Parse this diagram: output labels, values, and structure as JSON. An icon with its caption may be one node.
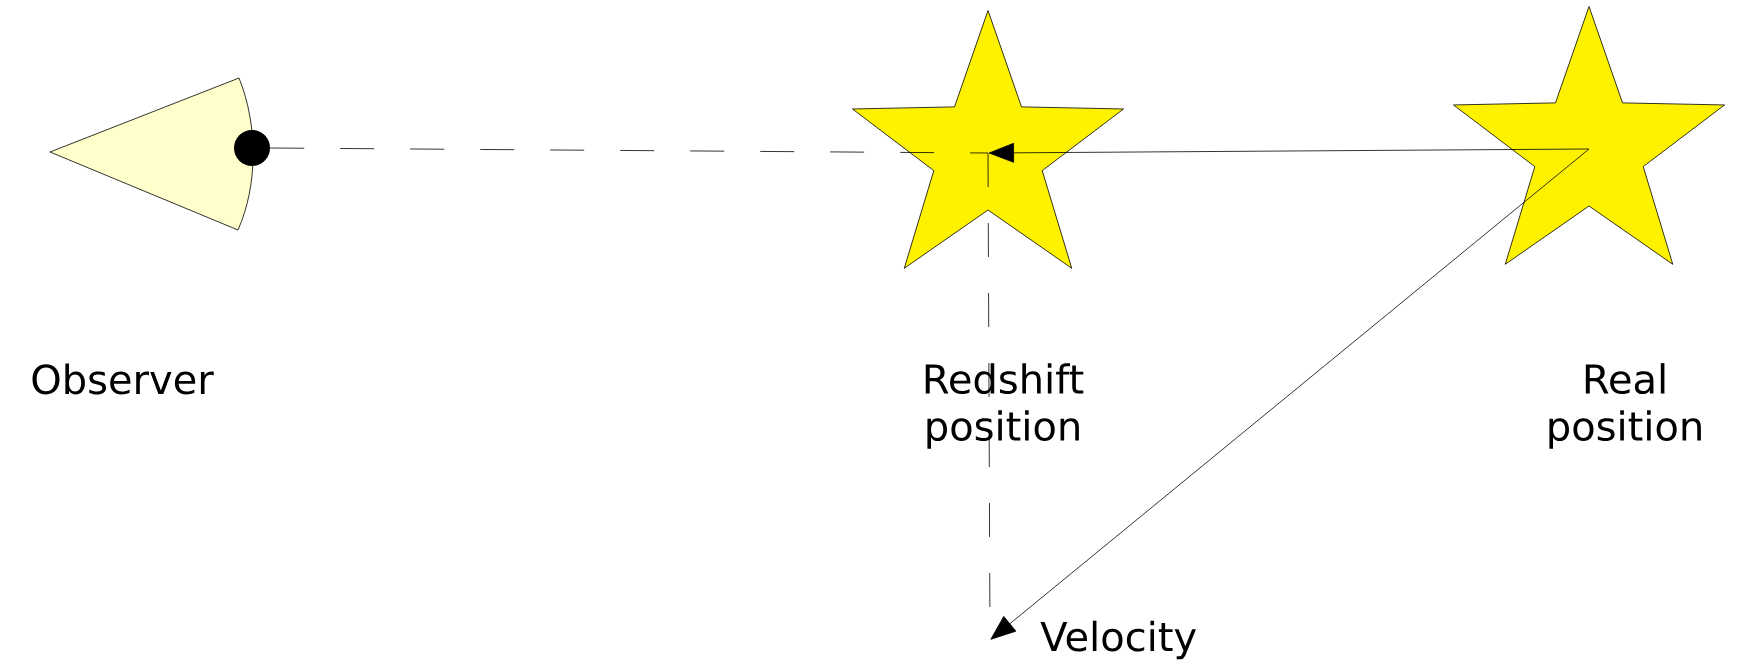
{
  "diagram": {
    "nodes": [
      {
        "text": [
          "Observer"
        ]
      },
      {
        "text": [
          "Redshift position"
        ]
      },
      {
        "text": [
          "Real position"
        ]
      },
      {
        "text": [
          "Velocity"
        ]
      }
    ],
    "edges": [
      {
        "from": 0,
        "to": 1,
        "arrow": "none",
        "style": "dashed"
      },
      {
        "from": 2,
        "to": 1,
        "arrow": "to"
      },
      {
        "from": 2,
        "to": 3,
        "arrow": "to"
      },
      {
        "from": 1,
        "to": 3,
        "arrow": "none",
        "style": "dashed"
      }
    ]
  }
}
